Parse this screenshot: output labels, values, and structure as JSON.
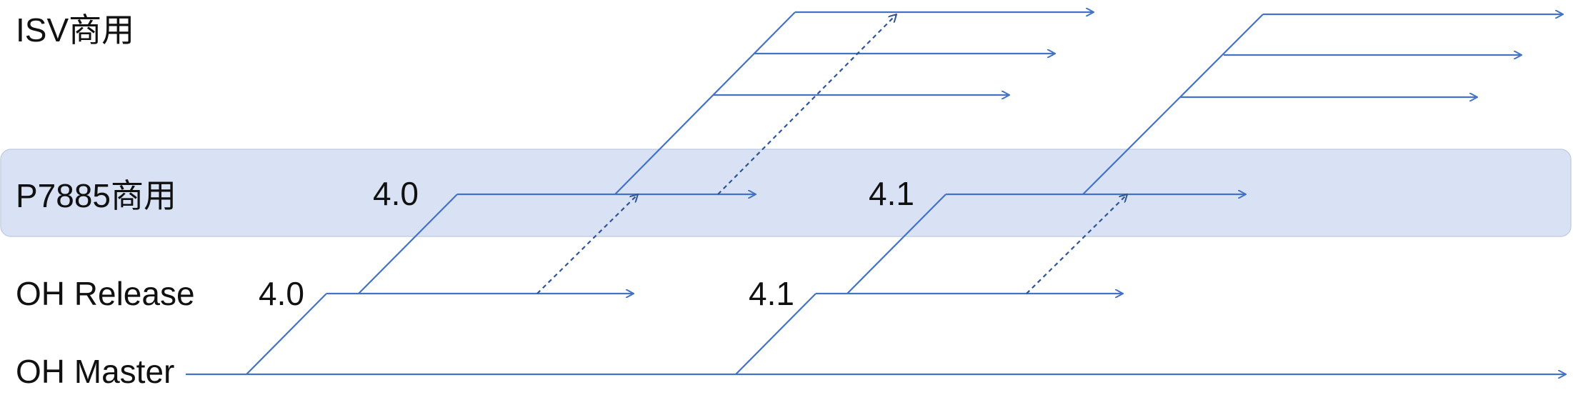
{
  "lanes": {
    "isv": "ISV商用",
    "p7885": "P7885商用",
    "oh_release": "OH Release",
    "oh_master": "OH Master"
  },
  "versions": {
    "p7885_v1": "4.0",
    "p7885_v2": "4.1",
    "release_v1": "4.0",
    "release_v2": "4.1"
  },
  "colors": {
    "branch_line": "#4472c4",
    "dashed_line": "#2f5597",
    "highlight_band": "#d9e2f4"
  }
}
